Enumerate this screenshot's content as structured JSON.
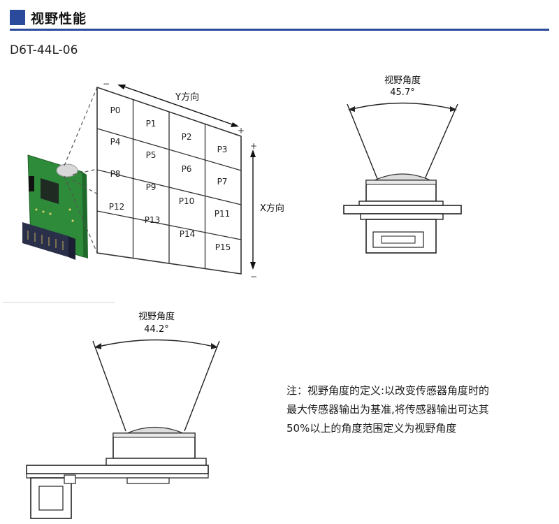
{
  "header": {
    "title": "视野性能"
  },
  "model": "D6T-44L-06",
  "grid": {
    "y_label": "Y方向",
    "x_label": "X方向",
    "plus": "+",
    "minus": "−",
    "cells": [
      "P0",
      "P1",
      "P2",
      "P3",
      "P4",
      "P5",
      "P6",
      "P7",
      "P8",
      "P9",
      "P10",
      "P11",
      "P12",
      "P13",
      "P14",
      "P15"
    ]
  },
  "fov_top": {
    "label": "视野角度",
    "value": "45.7°"
  },
  "fov_bottom": {
    "label": "视野角度",
    "value": "44.2°"
  },
  "note": {
    "lines": [
      "注：视野角度的定义:以改变传感器角度时的",
      "最大传感器输出为基准,将传感器输出可达其",
      "50%以上的角度范围定义为视野角度"
    ]
  },
  "colors": {
    "accent": "#2b4a9b",
    "pcb": "#2e8b3a",
    "connector": "#2a2f4a"
  }
}
